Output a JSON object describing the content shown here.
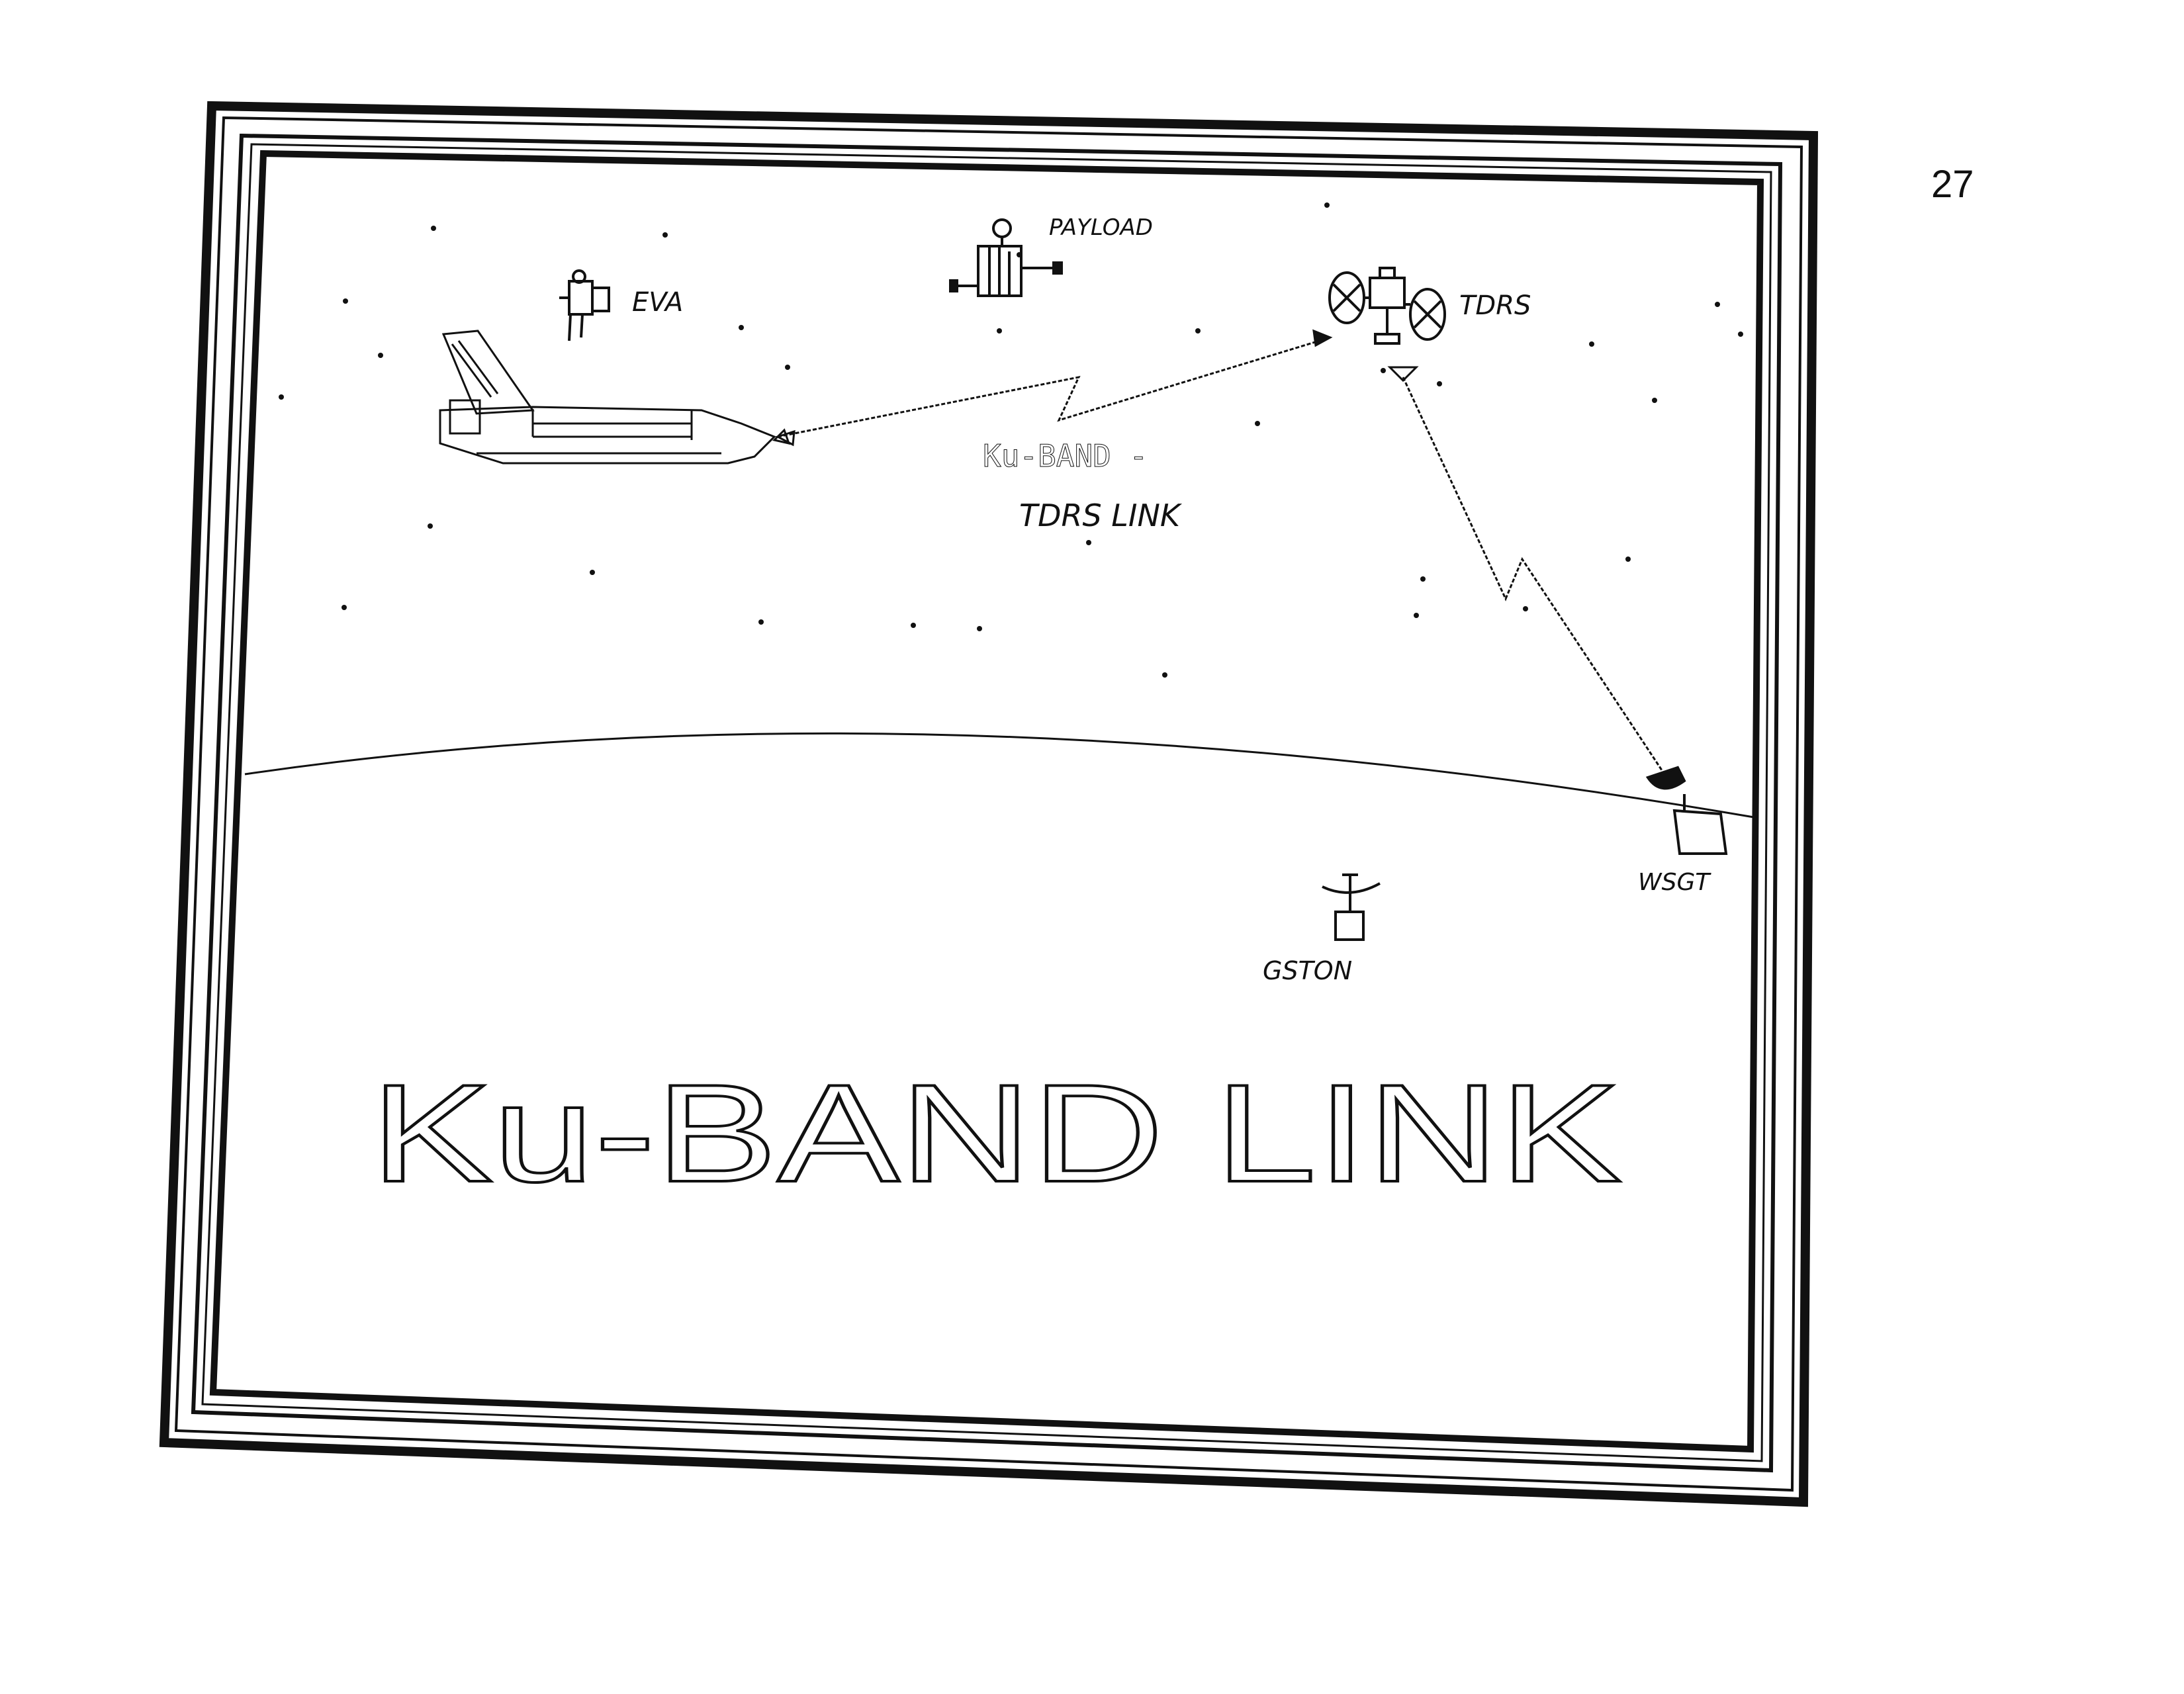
{
  "page_number": "27",
  "diagram": {
    "title": "Ku-BAND LINK",
    "link_label_line1": "Ku-BAND -",
    "link_label_line2": "TDRS LINK",
    "nodes": {
      "eva": "EVA",
      "payload": "PAYLOAD",
      "tdrs": "TDRS",
      "wsgt": "WSGT",
      "gston": "GSTON"
    },
    "icons": [
      "shuttle-icon",
      "eva-astronaut-icon",
      "payload-satellite-icon",
      "tdrs-satellite-icon",
      "wsgt-ground-station-icon",
      "gston-ground-station-icon"
    ],
    "line_color": "#111111",
    "background_color": "#ffffff"
  }
}
